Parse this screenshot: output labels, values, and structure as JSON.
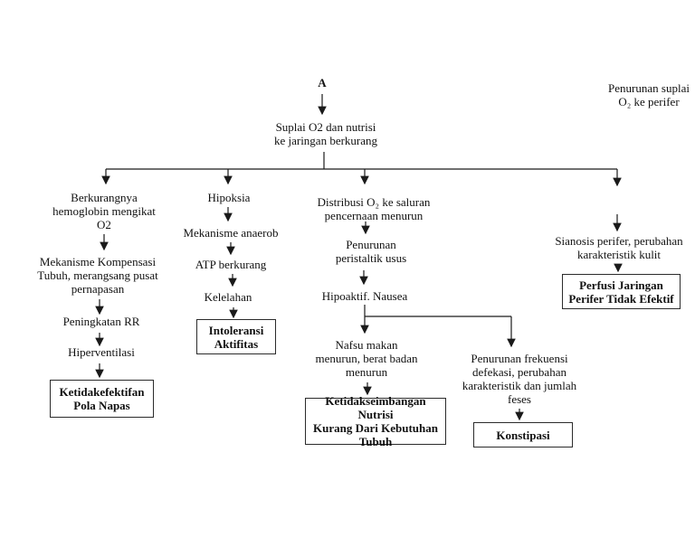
{
  "diagram": {
    "entry_label": "A",
    "side_note": "Penurunan suplai\nO₂ ke perifer",
    "root": "Suplai O2 dan nutrisi\nke jaringan berkurang",
    "branch_hemoglobin": {
      "step1": "Berkurangnya\nhemoglobin mengikat\nO2",
      "step2": "Mekanisme Kompensasi\nTubuh, merangsang pusat\npernapasan",
      "step3": "Peningkatan RR",
      "step4": "Hiperventilasi",
      "diagnosis": "Ketidakefektifan\nPola Napas"
    },
    "branch_hipoksia": {
      "step1": "Hipoksia",
      "step2": "Mekanisme anaerob",
      "step3": "ATP berkurang",
      "step4": "Kelelahan",
      "diagnosis": "Intoleransi\nAktifitas"
    },
    "branch_pencernaan": {
      "step1": "Distribusi O₂ ke saluran\npencernaan menurun",
      "step2": "Penurunan\nperistaltik usus",
      "step3": "Hipoaktif. Nausea",
      "sub_nutrisi": {
        "step1": "Nafsu makan\nmenurun, berat badan\nmenurun",
        "diagnosis": "Ketidakseimbangan Nutrisi\nKurang Dari Kebutuhan\nTubuh"
      },
      "sub_defekasi": {
        "step1": "Penurunan frekuensi\ndefekasi, perubahan\nkarakteristik dan jumlah\nfeses",
        "diagnosis": "Konstipasi"
      }
    },
    "branch_perifer": {
      "step1": "Sianosis perifer, perubahan\nkarakteristik kulit",
      "diagnosis": "Perfusi Jaringan\nPerifer Tidak Efektif"
    }
  },
  "colors": {
    "line": "#1a1a1a",
    "text": "#111111",
    "background": "#ffffff"
  }
}
